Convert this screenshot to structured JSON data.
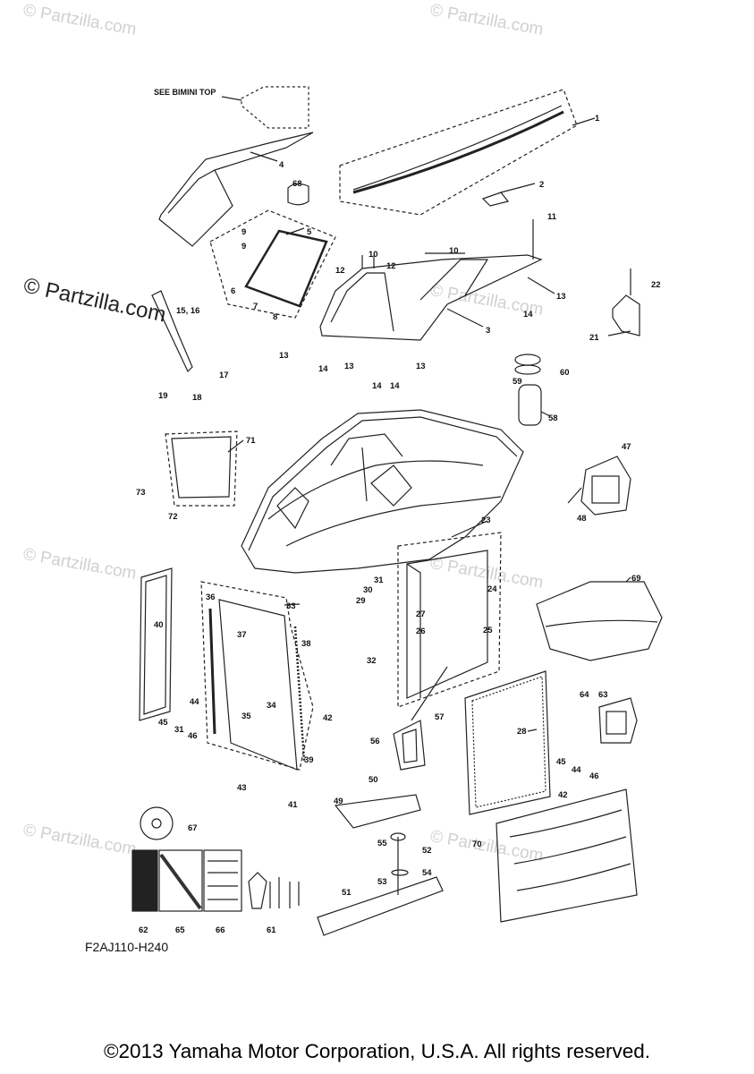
{
  "watermarks": {
    "small": "© Partzilla.com",
    "large": "© Partzilla.com"
  },
  "header_note": "SEE BIMINI TOP",
  "diagram_code": "F2AJ110-H240",
  "copyright": "©2013 Yamaha Motor Corporation, U.S.A. All rights reserved.",
  "part_labels": [
    "1",
    "2",
    "3",
    "4",
    "5",
    "6",
    "7",
    "8",
    "9",
    "10",
    "11",
    "12",
    "13",
    "14",
    "15, 16",
    "17",
    "18",
    "19",
    "21",
    "22",
    "23",
    "24",
    "25",
    "26",
    "27",
    "28",
    "29",
    "30",
    "31",
    "32",
    "33",
    "34",
    "35",
    "36",
    "37",
    "38",
    "39",
    "40",
    "41",
    "42",
    "43",
    "44",
    "45",
    "46",
    "47",
    "48",
    "49",
    "50",
    "51",
    "52",
    "53",
    "54",
    "55",
    "56",
    "57",
    "58",
    "59",
    "60",
    "61",
    "62",
    "63",
    "64",
    "65",
    "66",
    "67",
    "68",
    "69",
    "70",
    "71",
    "72",
    "73"
  ],
  "colors": {
    "line": "#222222",
    "watermark": "#d0d0d0"
  }
}
